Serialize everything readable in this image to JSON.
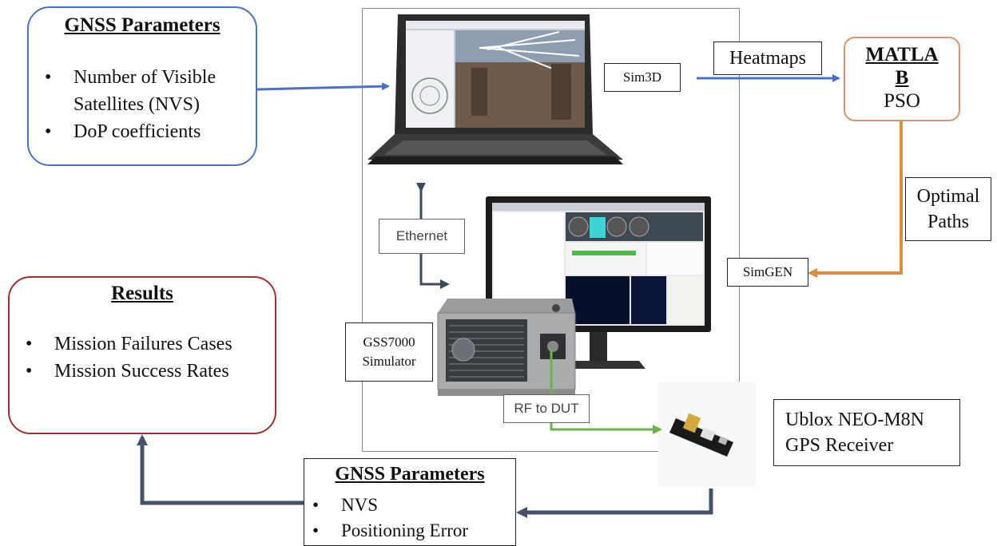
{
  "colors": {
    "blue_arrow": "#4a72c4",
    "orange_arrow": "#e08a3c",
    "navy_arrow": "#46526a",
    "green_cable": "#6ab04c",
    "inputs_border": "#4a72c4",
    "results_border": "#a03030",
    "matlab_border": "#d9956a"
  },
  "gnss_input": {
    "title": "GNSS Parameters",
    "items": [
      "Number of Visible Satellites (NVS)",
      "DoP coefficients"
    ]
  },
  "results": {
    "title": "Results",
    "items": [
      "Mission Failures Cases",
      "Mission Success Rates"
    ]
  },
  "labels": {
    "sim3d": "Sim3D",
    "heatmaps": "Heatmaps",
    "matlab_line1": "MATLA",
    "matlab_line2": "B",
    "matlab_line3": "PSO",
    "optimal_line1": "Optimal",
    "optimal_line2": "Paths",
    "simgen": "SimGEN",
    "ethernet": "Ethernet",
    "gss_line1": "GSS7000",
    "gss_line2": "Simulator",
    "rf_to_dut": "RF to DUT",
    "ublox_line1": "Ublox NEO-M8N",
    "ublox_line2": "GPS Receiver"
  },
  "gnss_output": {
    "title": "GNSS Parameters",
    "items": [
      "NVS",
      "Positioning Error"
    ]
  },
  "icons": [
    "laptop-icon",
    "monitor-icon",
    "simulator-device-icon",
    "gps-receiver-icon"
  ]
}
